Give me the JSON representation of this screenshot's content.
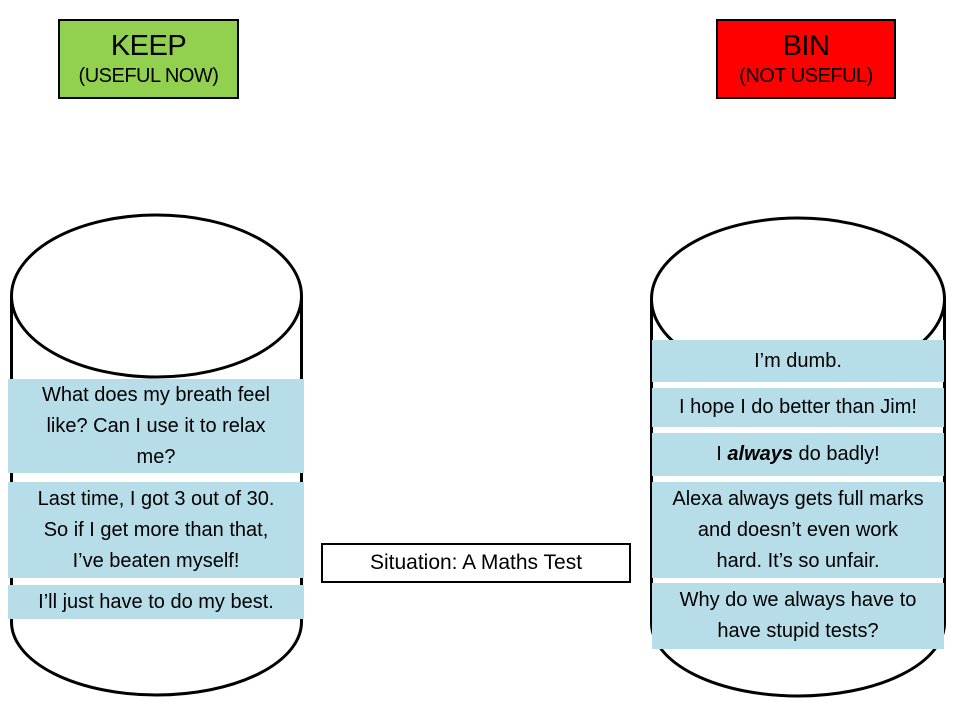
{
  "keep_box": {
    "title": "KEEP",
    "subtitle": "(USEFUL NOW)",
    "bg_color": "#92D050"
  },
  "bin_box": {
    "title": "BIN",
    "subtitle": "(NOT USEFUL)",
    "bg_color": "#FF0000"
  },
  "situation_box": {
    "label": "Situation: A Maths Test"
  },
  "keep_bucket": {
    "cards": [
      {
        "text": "What does my breath feel\nlike? Can I use it to relax\nme?"
      },
      {
        "text": "Last time, I got 3 out of 30.\nSo if I get more than that,\nI’ve beaten myself!"
      },
      {
        "text": "I’ll just have to do my best."
      }
    ]
  },
  "bin_bucket": {
    "cards": [
      {
        "text": "I’m dumb."
      },
      {
        "text": "I hope I do better than Jim!"
      },
      {
        "prefix": "I ",
        "emphasis": "always",
        "suffix": " do badly!"
      },
      {
        "text": "Alexa always gets full marks\nand doesn’t even work\nhard. It’s so unfair."
      },
      {
        "text": "Why do we always have to\nhave stupid tests?"
      }
    ]
  },
  "colors": {
    "card_bg": "#B6DDE8",
    "keep_green": "#92D050",
    "bin_red": "#FF0000",
    "outline": "#000000"
  }
}
